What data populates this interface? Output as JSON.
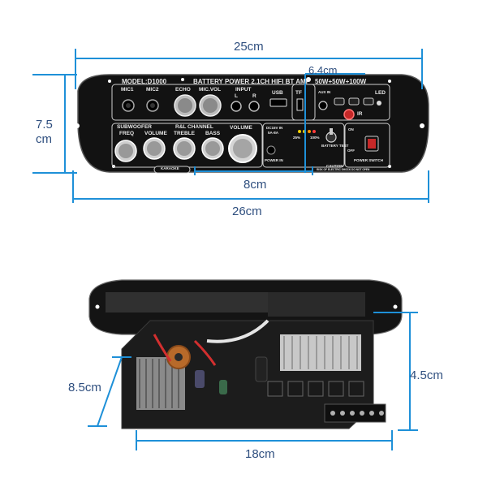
{
  "dimensions": {
    "top_width_outer": "25cm",
    "top_width_inner": "26cm",
    "top_height": "7.5\ncm",
    "top_height_line1": "7.5",
    "top_height_line2": "cm",
    "top_window_width": "6.4cm",
    "top_front_span": "8cm",
    "bottom_width": "18cm",
    "bottom_depth": "8.5cm",
    "bottom_height": "4.5cm"
  },
  "panel": {
    "model": "MODEL:D1000",
    "title": "BATTERY POWER 2.1CH HIFI BT AMP",
    "power": "50W+50W+100W",
    "mic1": "MIC1",
    "mic2": "MIC2",
    "echo": "ECHO",
    "mic_vol": "MIC.VOL",
    "input": "INPUT",
    "input_l": "L",
    "input_r": "R",
    "usb": "USB",
    "tf": "TF",
    "aux_in": "AUX IN",
    "led": "LED",
    "ir": "IR",
    "subwoofer": "SUBWOOFER",
    "rl_channel": "R&L CHANNEL",
    "freq": "FREQ",
    "volume1": "VOLUME",
    "treble": "TREBLE",
    "bass": "BASS",
    "volume2": "VOLUME",
    "dc_in": "DC15V IN",
    "dc_spec": "5A-8A",
    "pct25": "25%",
    "pct100": "100%",
    "battery_test": "BATTERY TEST",
    "on": "ON",
    "off": "OFF",
    "power_in": "POWER IN",
    "power_switch": "POWER SWITCH",
    "karaoke": "KARAOKE",
    "caution": "CAUTION",
    "caution_sub": "RISK OF ELECTRIC SHOCK DO NOT OPEN"
  },
  "colors": {
    "dimension": "#1e90d8",
    "text": "#2f4f7f",
    "panel": "#111111",
    "board": "#1a1a1a"
  }
}
